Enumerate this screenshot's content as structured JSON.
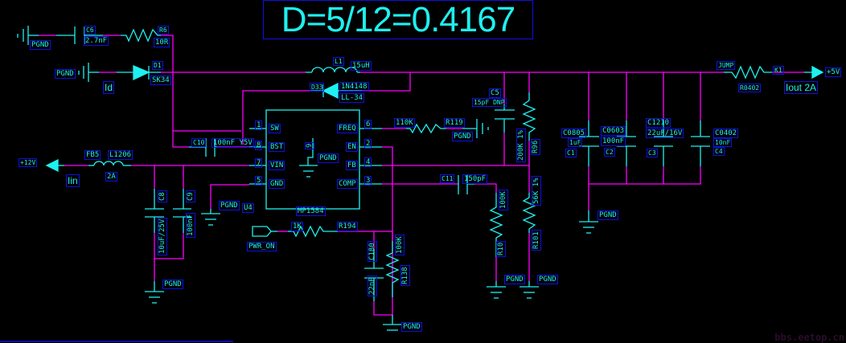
{
  "title": "D=5/12=0.4167",
  "watermark": "bbs.eetop.cn",
  "colors": {
    "wire": "#ff00ff",
    "component": "#1ef0f0",
    "label_border": "#1010e0",
    "background": "#000000"
  },
  "labels": {
    "pgnd": "PGND",
    "c6_ref": "C6",
    "c6_val": "2.7nF",
    "r6_ref": "R6",
    "r6_val": "10R",
    "d1_ref": "D1",
    "d1_val": "SK34",
    "id": "Id",
    "l1_ref": "L1",
    "l1_val": "15uH",
    "d33_ref": "D33",
    "d33_val": "1N4148",
    "d33_pkg": "LL-34",
    "c5_ref": "C5",
    "c5_val": "15pF DNP",
    "jump": "JUMP",
    "r0402": "R0402",
    "k1": "K1",
    "vout": "+5V",
    "iout": "Iout 2A",
    "c0805": "C0805",
    "c1_val": "1uF",
    "c1_ref": "C1",
    "c0603": "C0603",
    "c2_val": "100nF",
    "c2_ref": "C2",
    "c1210": "C1210",
    "c3_val": "22uF/16V",
    "c3_ref": "C3",
    "c0402": "C0402",
    "c4_val": "10nF",
    "c4_ref": "C4",
    "c10_ref": "C10",
    "c10_val": "100nF Y5V",
    "vin": "+12V",
    "iin": "Iin",
    "fb5": "FB5",
    "l1206": "L1206",
    "fb5_val": "2A",
    "c8_ref": "C8",
    "c8_val": "10uF/25V",
    "c9_ref": "C9",
    "c9_val": "100nF",
    "u4": "U4",
    "ic_part": "MP1584",
    "r119_val": "110K",
    "r119_ref": "R119",
    "c11_ref": "C11",
    "c11_val": "150pF",
    "r96_val": "200K 1%",
    "r96_ref": "R96",
    "r10_val": "100K",
    "r10_ref": "R10",
    "r101_val": "56K 1%",
    "r101_ref": "R101",
    "pwr_on": "PWR_ON",
    "r194_val": "1K",
    "r194_ref": "R194",
    "c180_ref": "C180",
    "c180_val": "22nF",
    "r138_val": "100K",
    "r138_ref": "R138"
  },
  "ic_pins": [
    {
      "num": "1",
      "name": "SW"
    },
    {
      "num": "8",
      "name": "BST"
    },
    {
      "num": "7",
      "name": "VIN"
    },
    {
      "num": "5",
      "name": "GND"
    },
    {
      "num": "6",
      "name": "FREQ"
    },
    {
      "num": "2",
      "name": "EN"
    },
    {
      "num": "4",
      "name": "FB"
    },
    {
      "num": "3",
      "name": "COMP"
    },
    {
      "num": "9",
      "name": "PGND"
    }
  ]
}
